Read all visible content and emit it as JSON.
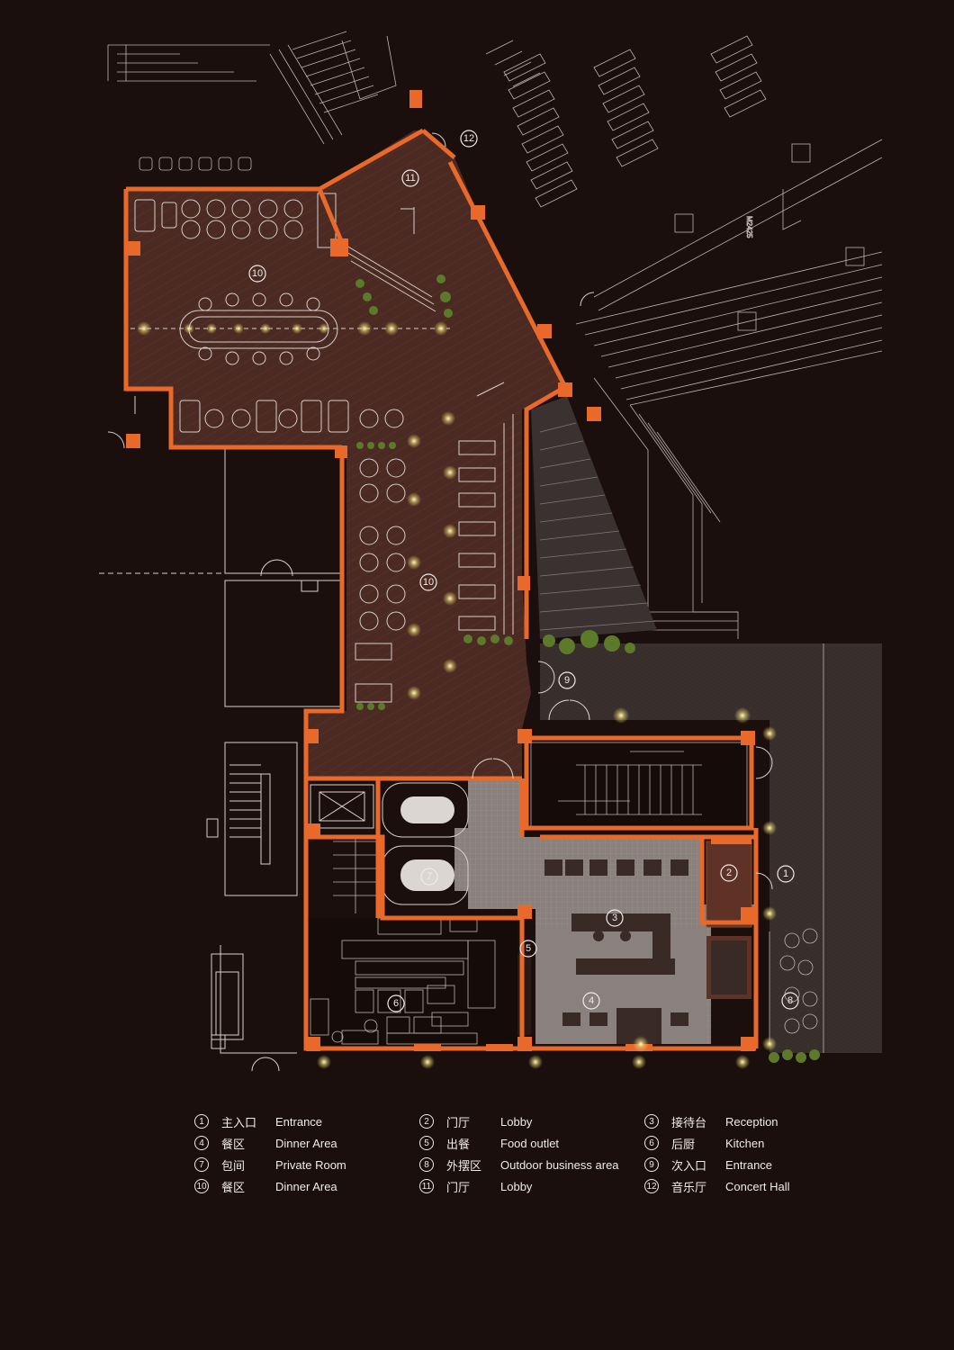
{
  "colors": {
    "background": "#1a0f0d",
    "wall": "#e8692a",
    "wood_floor": "#4a2a22",
    "tile_floor": "#8d8480",
    "outdoor_floor": "#3b3230",
    "lamp": "#fff6b0",
    "plant": "#5d7a2a"
  },
  "plan": {
    "annotation_text": "M2425",
    "room_markers": [
      {
        "number": "1"
      },
      {
        "number": "2"
      },
      {
        "number": "3"
      },
      {
        "number": "4"
      },
      {
        "number": "5"
      },
      {
        "number": "6"
      },
      {
        "number": "7"
      },
      {
        "number": "8"
      },
      {
        "number": "9"
      },
      {
        "number": "10"
      },
      {
        "number": "10"
      },
      {
        "number": "11"
      },
      {
        "number": "12"
      }
    ]
  },
  "legend": {
    "items": [
      {
        "number": "1",
        "cn": "主入口",
        "en": "Entrance"
      },
      {
        "number": "2",
        "cn": "门厅",
        "en": "Lobby"
      },
      {
        "number": "3",
        "cn": "接待台",
        "en": "Reception"
      },
      {
        "number": "4",
        "cn": "餐区",
        "en": "Dinner Area"
      },
      {
        "number": "5",
        "cn": "出餐",
        "en": "Food outlet"
      },
      {
        "number": "6",
        "cn": "后厨",
        "en": "Kitchen"
      },
      {
        "number": "7",
        "cn": "包间",
        "en": "Private Room"
      },
      {
        "number": "8",
        "cn": "外摆区",
        "en": "Outdoor business area"
      },
      {
        "number": "9",
        "cn": "次入口",
        "en": "Entrance"
      },
      {
        "number": "10",
        "cn": "餐区",
        "en": "Dinner Area"
      },
      {
        "number": "11",
        "cn": "门厅",
        "en": "Lobby"
      },
      {
        "number": "12",
        "cn": "音乐厅",
        "en": "Concert Hall"
      }
    ]
  }
}
